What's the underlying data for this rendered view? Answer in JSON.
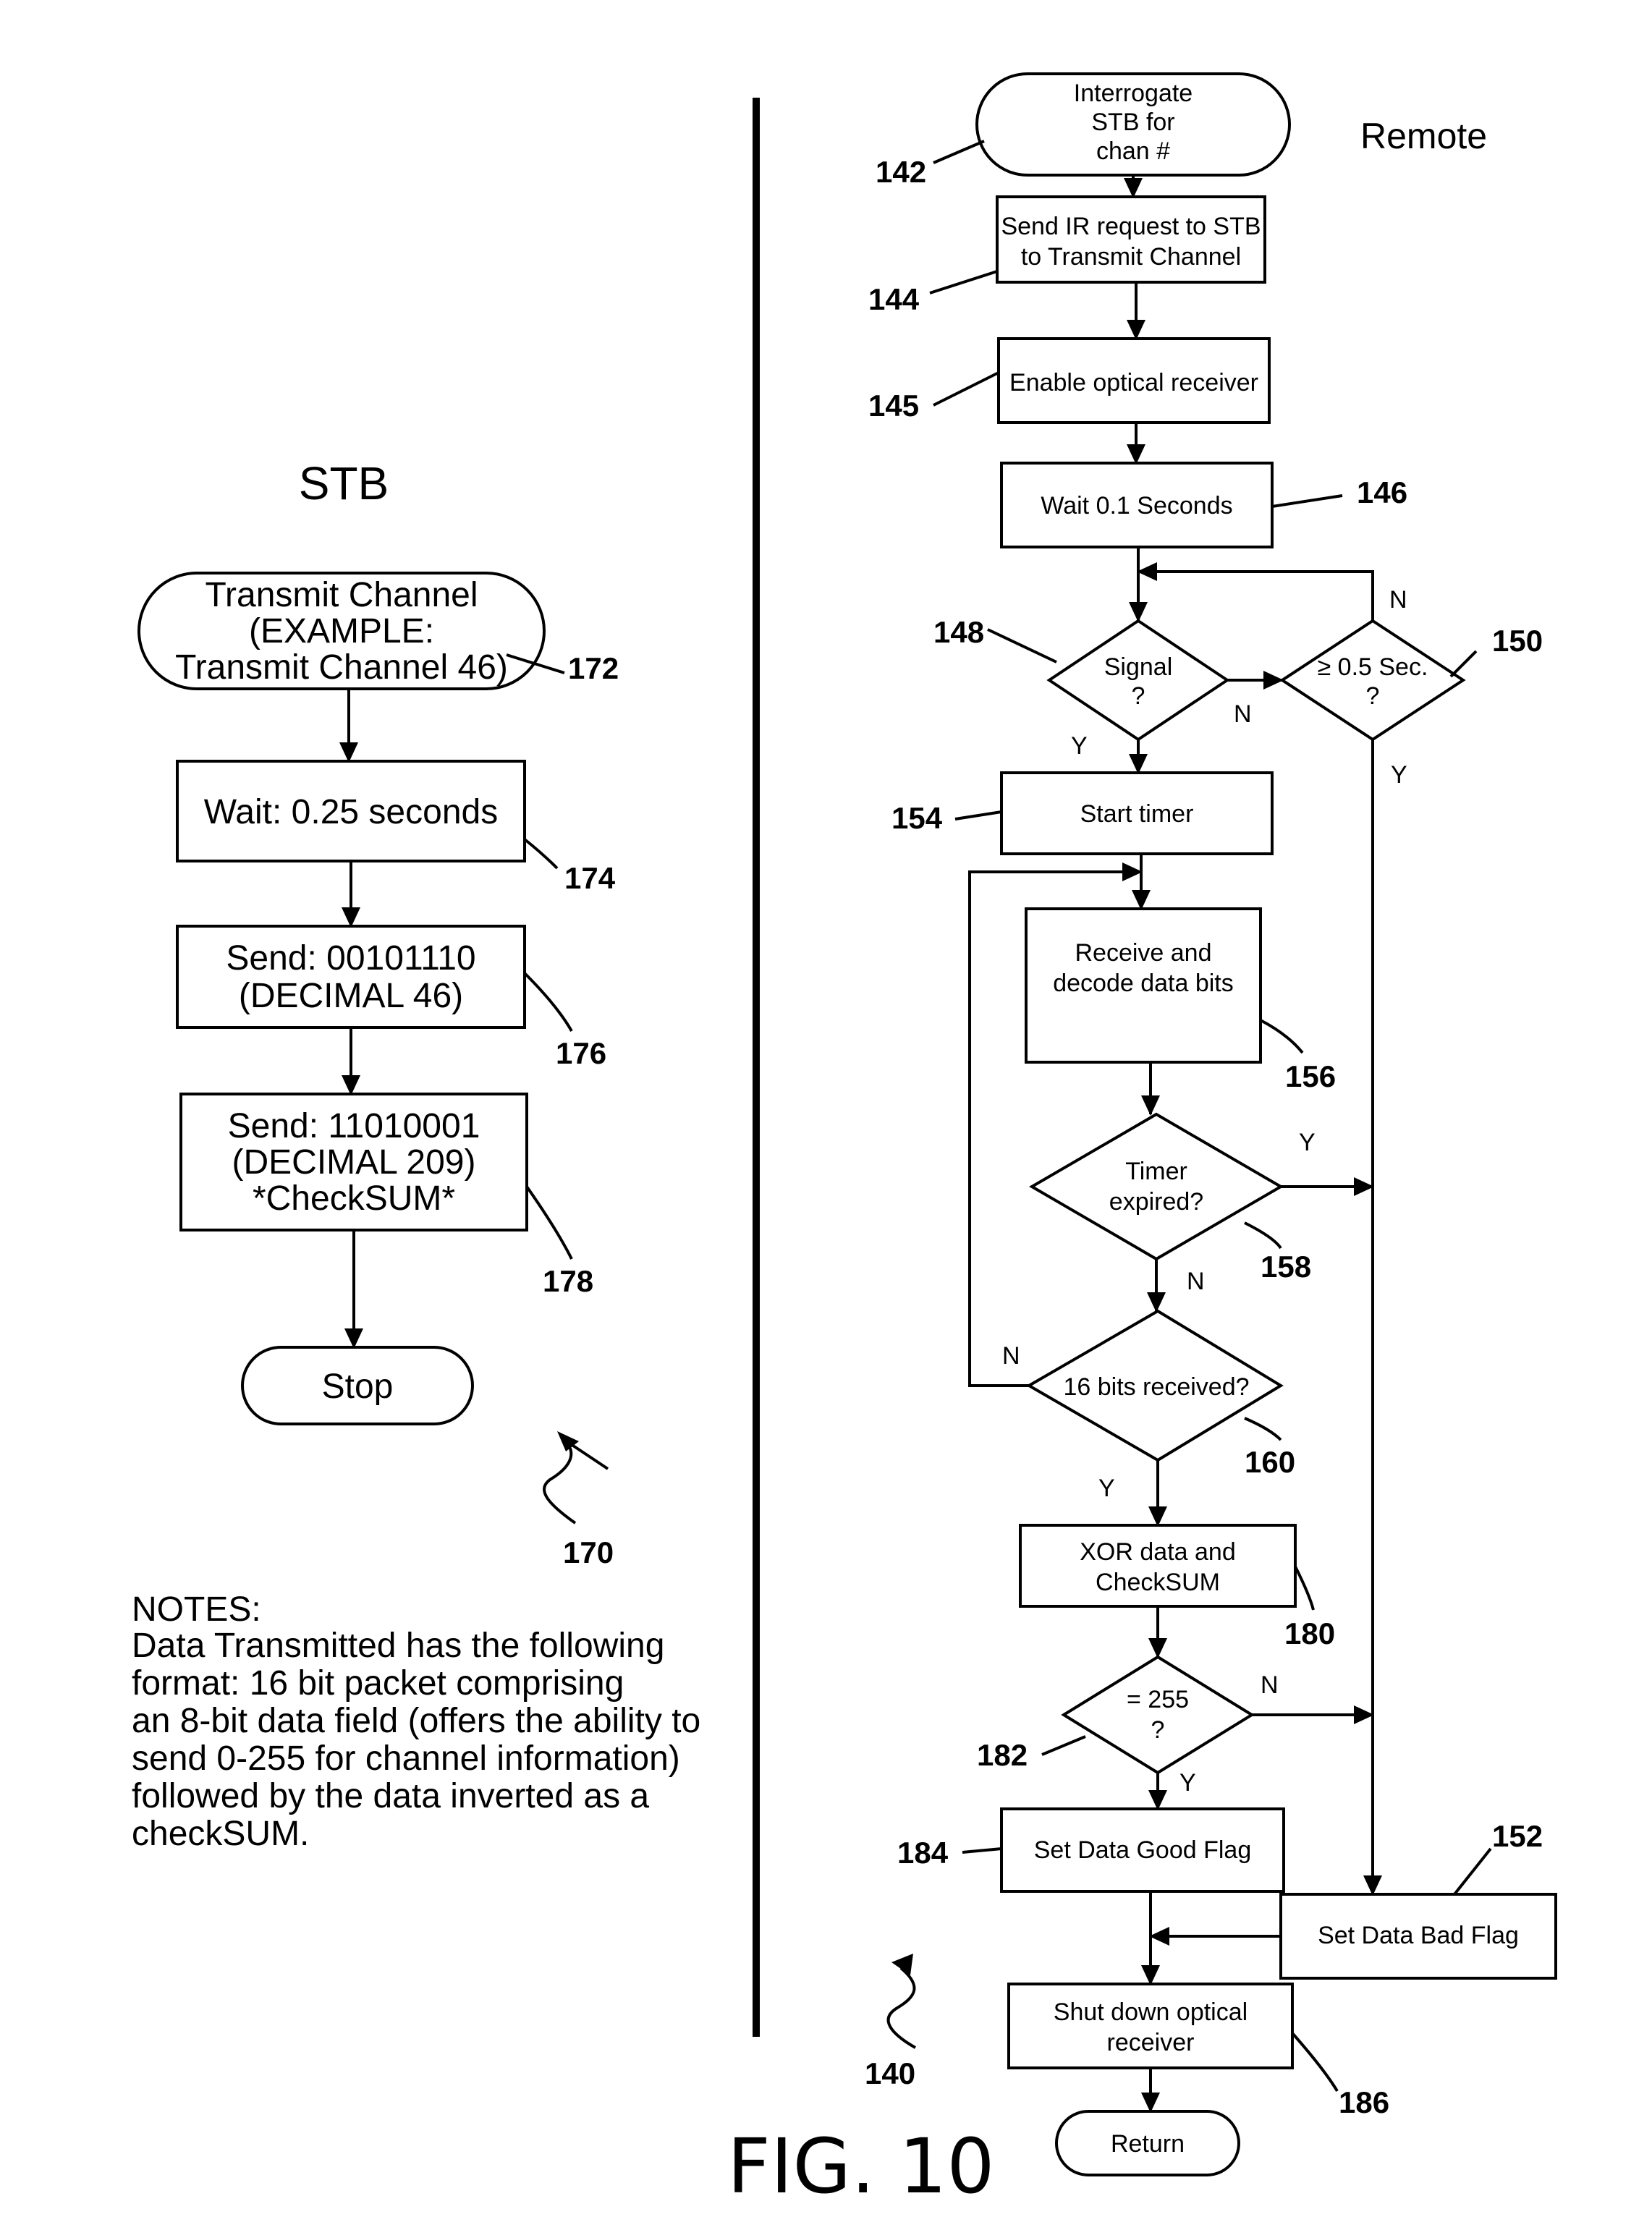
{
  "figure_label": "FIG. 10",
  "stb": {
    "heading": "STB",
    "start": {
      "lines": [
        "Transmit Channel",
        "(EXAMPLE:",
        "Transmit Channel 46)"
      ],
      "ref": "172"
    },
    "wait": {
      "lines": [
        "Wait: 0.25 seconds"
      ],
      "ref": "174"
    },
    "send_data": {
      "lines": [
        "Send: 00101110",
        "(DECIMAL 46)"
      ],
      "ref": "176"
    },
    "send_checksum": {
      "lines": [
        "Send: 11010001",
        "(DECIMAL 209)",
        "*CheckSUM*"
      ],
      "ref": "178"
    },
    "stop": {
      "label": "Stop"
    },
    "flow_ref": "170"
  },
  "notes": {
    "heading": "NOTES:",
    "lines": [
      "Data Transmitted has the following",
      "format: 16 bit packet comprising",
      "an 8-bit data field (offers the ability to",
      "send 0-255 for channel information)",
      "followed by the data inverted as a",
      "checkSUM."
    ]
  },
  "remote": {
    "heading": "Remote",
    "flow_ref": "140",
    "nodes": {
      "interrogate": {
        "lines": [
          "Interrogate",
          "STB for",
          "chan #"
        ],
        "ref": "142"
      },
      "send_ir": {
        "lines": [
          "Send IR request to STB",
          "to Transmit Channel"
        ],
        "ref": "144"
      },
      "enable": {
        "lines": [
          "Enable optical receiver"
        ],
        "ref": "145"
      },
      "wait": {
        "lines": [
          "Wait 0.1 Seconds"
        ],
        "ref": "146"
      },
      "signal": {
        "lines": [
          "Signal",
          "?"
        ],
        "ref": "148"
      },
      "timeout": {
        "lines": [
          "≥ 0.5 Sec.",
          "?"
        ],
        "ref": "150"
      },
      "start_timer": {
        "lines": [
          "Start timer"
        ],
        "ref": "154"
      },
      "receive": {
        "lines": [
          "Receive and",
          "decode data bits"
        ],
        "ref": "156"
      },
      "timer_expired": {
        "lines": [
          "Timer",
          "expired?"
        ],
        "ref": "158"
      },
      "bits_received": {
        "lines": [
          "16 bits received?"
        ],
        "ref": "160"
      },
      "xor": {
        "lines": [
          "XOR data and",
          "CheckSUM"
        ],
        "ref": "180"
      },
      "eq255": {
        "lines": [
          "= 255",
          "?"
        ],
        "ref": "182"
      },
      "good_flag": {
        "lines": [
          "Set Data Good Flag"
        ],
        "ref": "184"
      },
      "bad_flag": {
        "lines": [
          "Set Data Bad Flag"
        ],
        "ref": "152"
      },
      "shutdown": {
        "lines": [
          "Shut down optical",
          "receiver"
        ],
        "ref": "186"
      },
      "return": {
        "label": "Return"
      }
    },
    "edge_labels": {
      "signal_no": "N",
      "signal_yes": "Y",
      "timeout_no": "N",
      "timeout_yes": "Y",
      "timer_yes": "Y",
      "timer_no": "N",
      "bits_no": "N",
      "bits_yes": "Y",
      "eq_no": "N",
      "eq_yes": "Y"
    }
  }
}
